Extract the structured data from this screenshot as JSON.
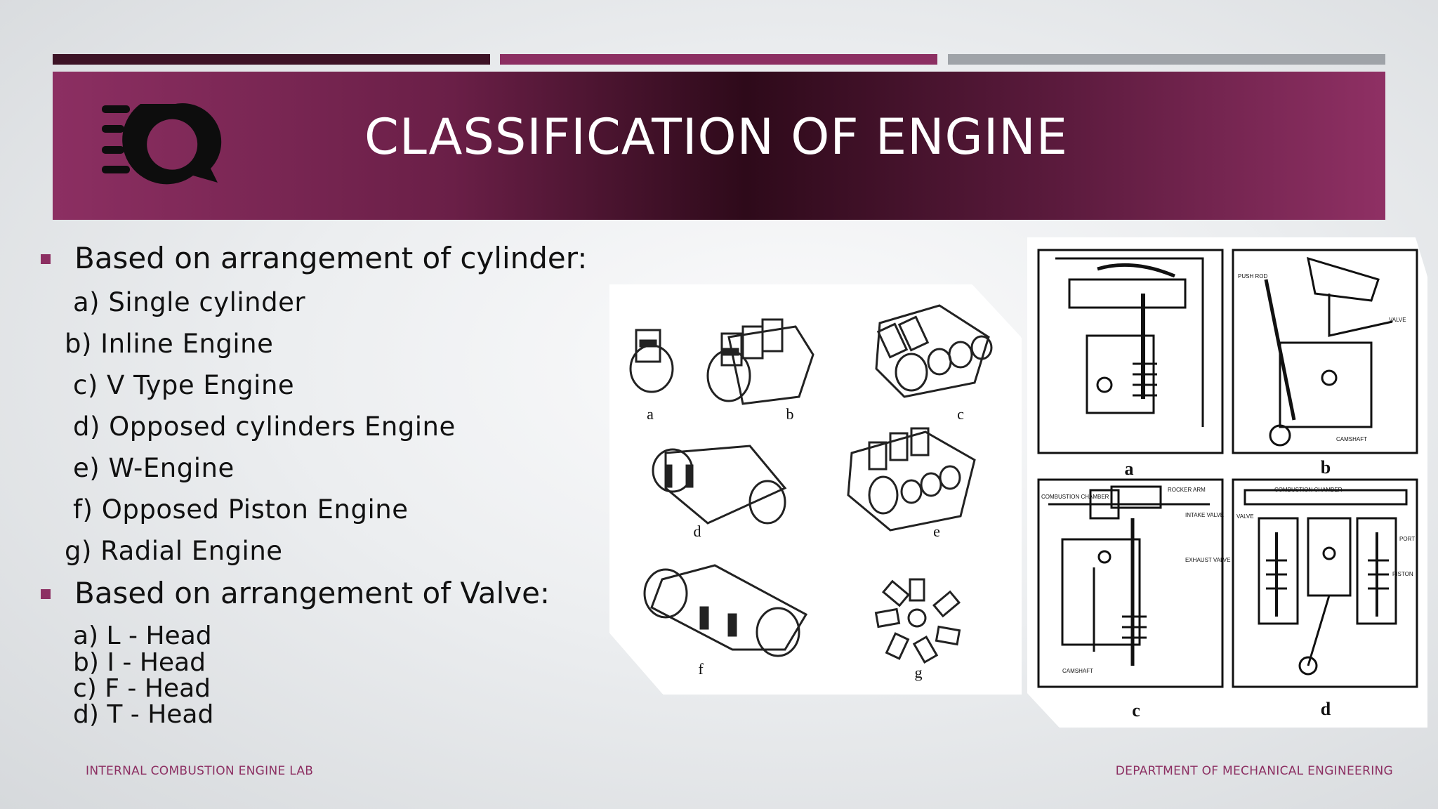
{
  "slide": {
    "title": "CLASSIFICATION OF ENGINE",
    "section_cylinder": {
      "heading": "Based on arrangement of cylinder:",
      "items": [
        "a) Single cylinder",
        "b)  Inline Engine",
        "c) V Type Engine",
        "d) Opposed cylinders Engine",
        "e) W-Engine",
        "f) Opposed Piston Engine",
        "g)  Radial Engine"
      ]
    },
    "section_valve": {
      "heading": "Based on arrangement of Valve:",
      "items": [
        "a) L - Head",
        "b) I - Head",
        "c)  F - Head",
        "d) T - Head"
      ]
    }
  },
  "figure_cylinders": {
    "labels": [
      "a",
      "b",
      "c",
      "d",
      "e",
      "f",
      "g"
    ]
  },
  "figure_valves": {
    "labels": [
      "a",
      "b",
      "c",
      "d"
    ],
    "annotations": [
      "PUSH ROD",
      "VALVE",
      "CAMSHAFT",
      "COMBUSTION CHAMBER",
      "ROCKER ARM",
      "INTAKE VALVE",
      "EXHAUST VALVE",
      "CAMSHAFT",
      "COMBUSTION CHAMBER",
      "VALVE",
      "PORT",
      "PISTON"
    ]
  },
  "footer": {
    "left": "INTERNAL COMBUSTION ENGINE LAB",
    "right": "DEPARTMENT OF MECHANICAL ENGINEERING"
  },
  "colors": {
    "accent": "#8c2f62",
    "dark": "#3d1326",
    "gray_bar": "#9fa3a8"
  }
}
